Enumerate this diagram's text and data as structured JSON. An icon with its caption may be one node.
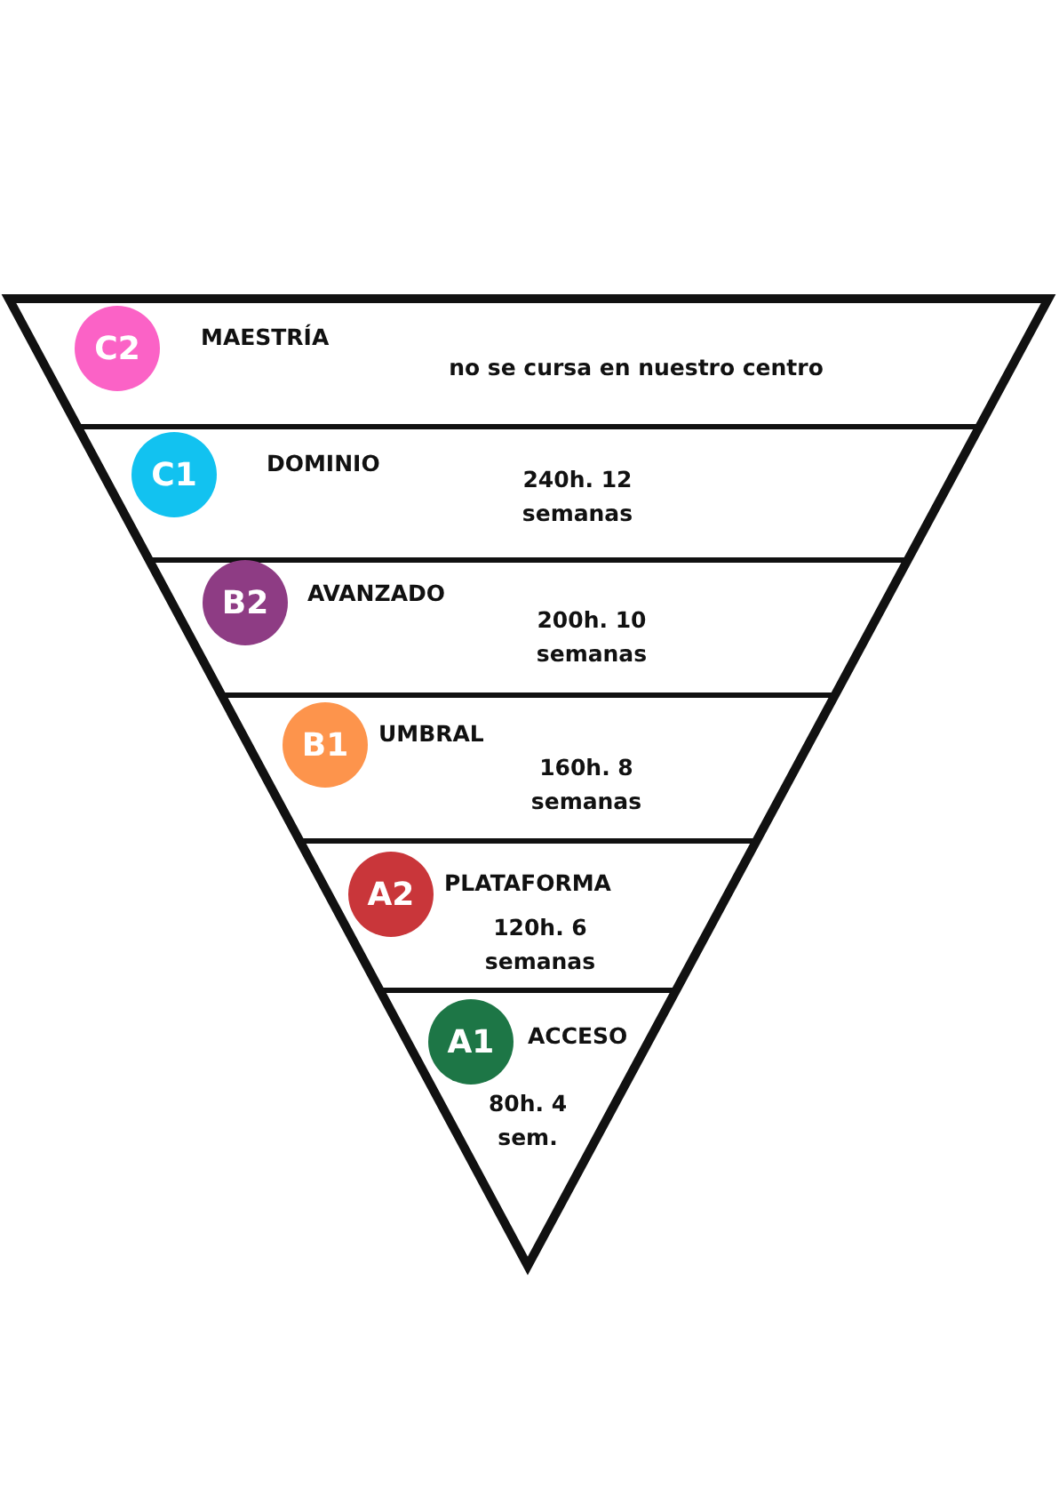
{
  "diagram": {
    "nodes": [
      {
        "text": [],
        "shape": "triangle"
      },
      {
        "text": [
          "MAESTRÍA",
          "no se cursa en nuestro centro"
        ],
        "in": 0
      },
      {
        "text": [
          "C2"
        ],
        "in": 1
      },
      {
        "text": [
          "DOMINIO",
          "240h. 12 semanas"
        ],
        "in": 0
      },
      {
        "text": [
          "C1"
        ],
        "in": 3
      },
      {
        "text": [
          "AVANZADO",
          "200h. 10 semanas"
        ],
        "in": 0
      },
      {
        "text": [
          "B2"
        ],
        "in": 5
      },
      {
        "text": [
          "UMBRAL",
          "160h. 8 semanas"
        ],
        "in": 0
      },
      {
        "text": [
          "B1"
        ],
        "in": 7
      },
      {
        "text": [
          "PLATAFORMA",
          "120h. 6 semanas"
        ],
        "in": 0
      },
      {
        "text": [
          "A2"
        ],
        "in": 9
      },
      {
        "text": [
          "ACCESO",
          "80h. 4 sem."
        ],
        "in": 0
      },
      {
        "text": [
          "A1"
        ],
        "in": 11
      }
    ],
    "edges": []
  }
}
